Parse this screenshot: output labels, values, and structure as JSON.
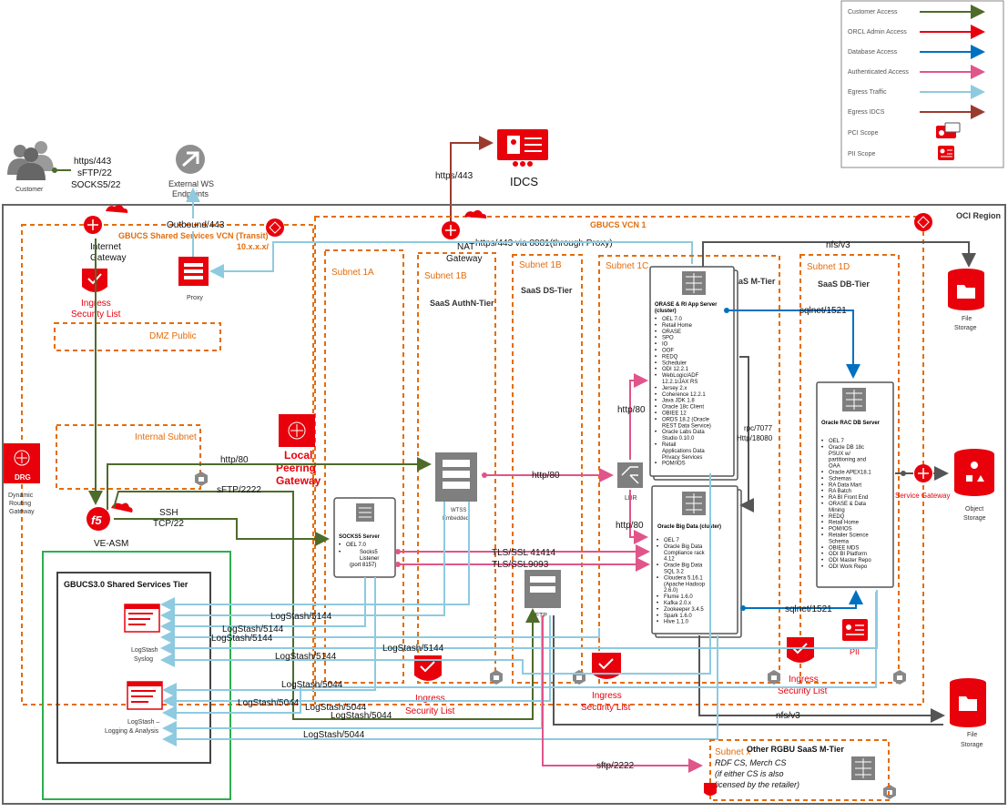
{
  "legend": {
    "items": [
      {
        "label": "Customer Access",
        "color": "#4e6b2a",
        "kind": "arrow"
      },
      {
        "label": "ORCL Admin Access",
        "color": "#e8000b",
        "kind": "arrow"
      },
      {
        "label": "Database Access",
        "color": "#0070c0",
        "kind": "arrow"
      },
      {
        "label": "Authenticated Access",
        "color": "#e0558a",
        "kind": "arrow"
      },
      {
        "label": "Egress Traffic",
        "color": "#8ecae0",
        "kind": "arrow"
      },
      {
        "label": "Egress IDCS",
        "color": "#9b3b2e",
        "kind": "arrow"
      },
      {
        "label": "PCI Scope",
        "color": "#e8000b",
        "kind": "icon"
      },
      {
        "label": "PII Scope",
        "color": "#e8000b",
        "kind": "icon"
      }
    ]
  },
  "customer": {
    "label": "Customer",
    "protocols": [
      "https/443",
      "sFTP/22",
      "SOCKS5/22"
    ]
  },
  "external_ws": {
    "label1": "External WS",
    "label2": "Endpoints"
  },
  "idcs": {
    "label": "IDCS",
    "link": "https/443"
  },
  "oci_region": "OCI Region",
  "shared_vcn": {
    "title": "GBUCS  Shared Services VCN (Transit)",
    "cidr": "10.x.x.x/",
    "outbound": "Outbound/443",
    "internet_gateway": [
      "Internet",
      "Gateway"
    ],
    "ingress": [
      "Ingress",
      "Security List"
    ],
    "proxy": "Proxy",
    "dmz": "DMZ Public",
    "internal": "Internal Subnet",
    "drg": {
      "badge": "DRG",
      "label": [
        "Dynamic",
        "Routing",
        "Gateway"
      ]
    },
    "ve_asm": "VE-ASM",
    "f5": "f5",
    "local_peering": [
      "Local",
      "Peering",
      "Gateway"
    ]
  },
  "shared_tier": {
    "title": "GBUCS3.0 Shared Services Tier",
    "syslog": [
      "LogStash",
      "Syslog"
    ],
    "logging": [
      "LogStash –",
      "Logging & Analysis"
    ]
  },
  "vcn1": {
    "title": "GBUCS VCN 1",
    "nat": [
      "NAT",
      "Gateway"
    ],
    "https_proxy": "https/443 via 8081(through Proxy)",
    "nfs_top": "nfs/v3",
    "nfs_bottom": "nfs/v3",
    "file_storage": [
      "File",
      "Storage"
    ],
    "object_storage": [
      "Object",
      "Storage"
    ],
    "service_gateway": "Service Gateway"
  },
  "subnets": {
    "s1a": "Subnet 1A",
    "s1b": "Subnet 1B",
    "s1b2": "Subnet 1B",
    "s1c": "Subnet 1C",
    "s1d": "Subnet 1D",
    "authn": "SaaS AuthN-Tier",
    "ds": "SaaS DS-Tier",
    "mtier": "SaaS M-Tier",
    "dbtier": "SaaS DB-Tier"
  },
  "socks": {
    "title": "SOCKS5 Server",
    "items": [
      "OEL 7.0",
      "Socks5 Listener (port 8157)"
    ]
  },
  "wtss": [
    "WTSS",
    "Embedded"
  ],
  "sftp": "SFTP",
  "lbr": "LBR",
  "orase": {
    "title": "ORASE & RI App Server (cluster)",
    "items": [
      "OEL 7.0",
      "Retail Home",
      "ORASE",
      "SPO",
      "IO",
      "OOF",
      "REDQ",
      "Scheduler",
      "ODI 12.2.1",
      "WebLogic/ADF 12.2.1/JAX RS",
      "Jersey 2.x",
      "Coherence 12.2.1",
      "Java JDK 1.8",
      "Oracle 18c Client",
      "OBIEE 12",
      "ORDS 18.2 (Oracle REST Data Service)",
      "Oracle Labs Data Studio 0.10.0",
      "Retail Applications Data Privacy Services",
      "POM/IOS"
    ]
  },
  "bigdata": {
    "title": "Oracle Big Data (cluster)",
    "items": [
      "OEL 7",
      "Oracle Big Data Compliance rack 4.12",
      "Oracle Big Data SQL 3.2",
      "Cloudera 5.16.1 (Apache Hadoop 2.6.0)",
      "Flume 1.6.0",
      "Kafka 2.0.x",
      "Zookeeper 3.4.5",
      "Spark 1.6.0",
      "Hive 1.1.0"
    ]
  },
  "racdb": {
    "title": "Oracle RAC DB Server",
    "items": [
      "OEL 7",
      "Oracle DB 18c PSUX w/ partitioning and OAA",
      "Oracle APEX18.1",
      "Schemas",
      "RA Data Mart",
      "RA Batch",
      "RA BI Front End",
      "ORASE & Data Mining",
      "REDQ",
      "Retail Home",
      "POM/IOS",
      "Retailer Science Schema",
      "OBIEE MDS",
      "ODI BI Platform",
      "ODI Master Repo",
      "ODI Work Repo"
    ]
  },
  "links": {
    "http80a": "http/80",
    "http80b": "http/80",
    "http80c": "http/80",
    "http80d": "http/80",
    "sftp2222a": "sFTP/2222",
    "sftp2222b": "sftp/2222",
    "ssh": [
      "SSH",
      "TCP/22"
    ],
    "tls1": "TLS/SSL 41414",
    "tls2": "TLS/SSL9093",
    "rpc": [
      "rpc/7077",
      "Http/18080"
    ],
    "sqlnet1": "sqlnet/1521",
    "sqlnet2": "sqlnet/1521",
    "ls5144": [
      "LogStash/5144",
      "LogStash/5144",
      "LogStash/5144",
      "LogStash/5144",
      "LogStash/5144"
    ],
    "ls5044": [
      "LogStash/5044",
      "LogStash/5044",
      "LogStash/5044",
      "LogStash/5044",
      "LogStash/5044"
    ]
  },
  "ingress_b": [
    "Ingress",
    "Security List"
  ],
  "ingress_c": [
    "Ingress",
    "Security List"
  ],
  "ingress_d": [
    "Ingress",
    "Security List"
  ],
  "pii": "PII",
  "subnet_x": {
    "title": "Subnet x",
    "name": "Other RGBU SaaS M-Tier",
    "note": [
      "RDF CS, Merch  CS",
      "(if either CS is also",
      "licensed by the retailer)"
    ]
  }
}
